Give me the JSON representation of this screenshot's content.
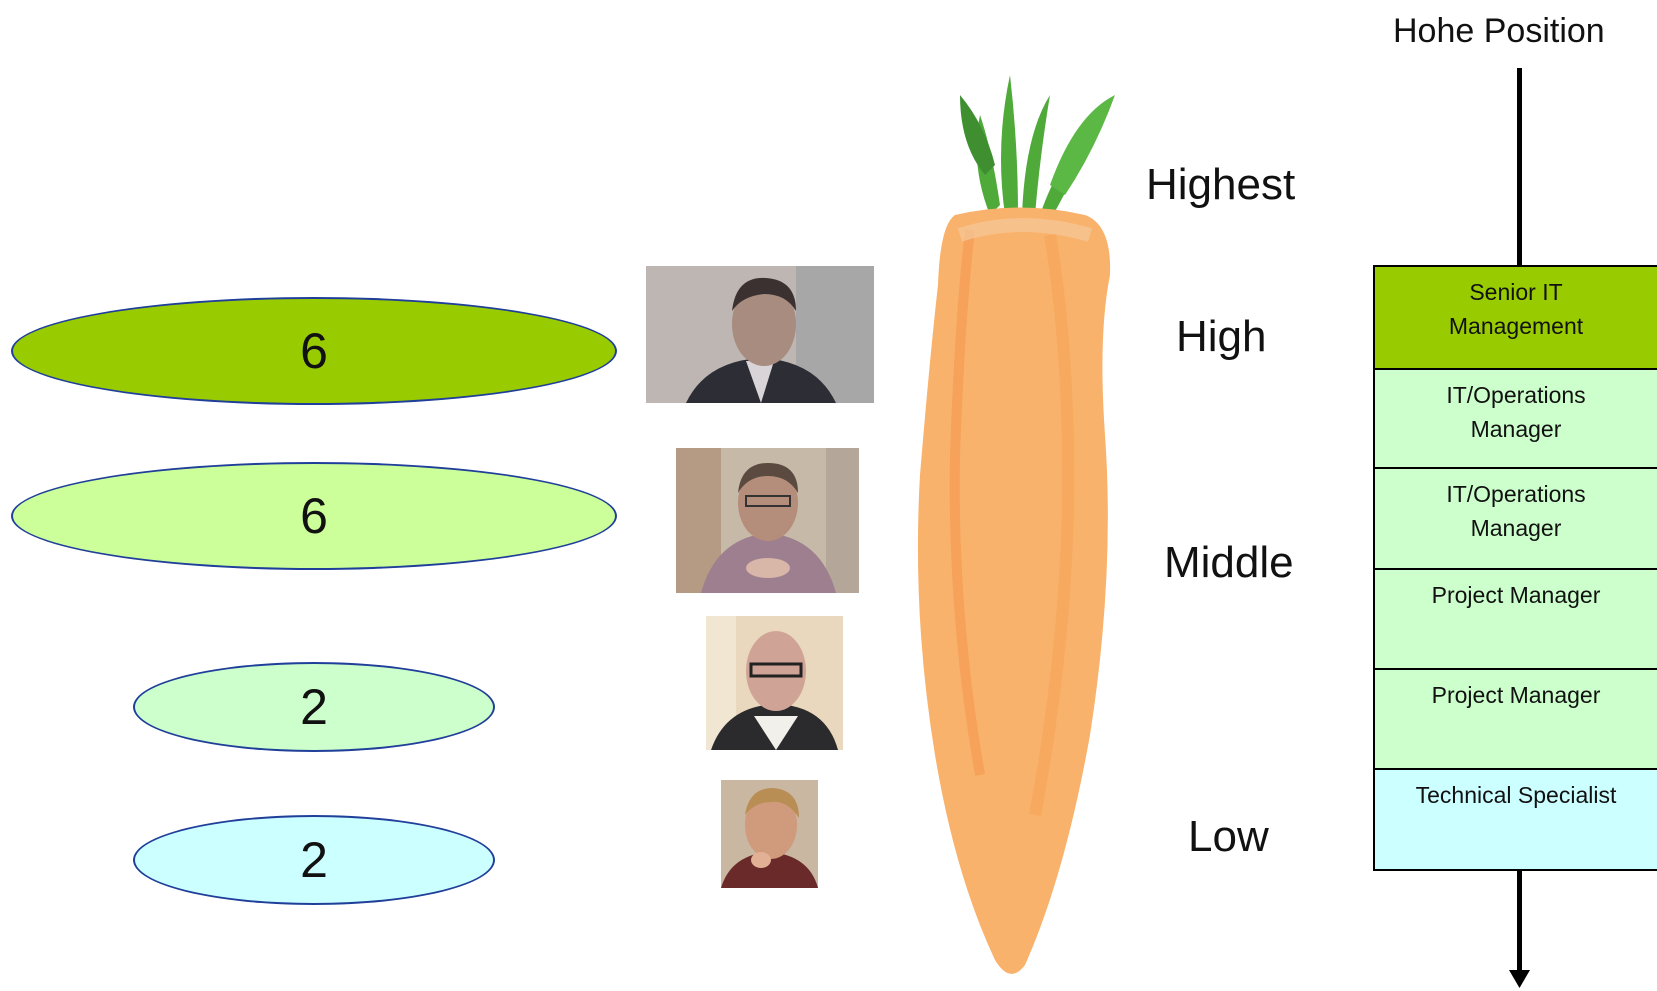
{
  "counts": [
    {
      "label": "6",
      "color": "#99cc00"
    },
    {
      "label": "6",
      "color": "#ccff99"
    },
    {
      "label": "2",
      "color": "#ccffcc"
    },
    {
      "label": "2",
      "color": "#ccffff"
    }
  ],
  "levels": {
    "highest": "Highest",
    "high": "High",
    "middle": "Middle",
    "low": "Low"
  },
  "axis": {
    "title": "Hohe Position"
  },
  "positions": [
    {
      "label": "Senior IT\nManagement",
      "color": "#99cc00"
    },
    {
      "label": "IT/Operations\nManager",
      "color": "#ccffcc"
    },
    {
      "label": "IT/Operations\nManager",
      "color": "#ccffcc"
    },
    {
      "label": "Project Manager",
      "color": "#ccffcc"
    },
    {
      "label": "Project Manager",
      "color": "#ccffcc"
    },
    {
      "label": "Technical Specialist",
      "color": "#ccffff"
    }
  ]
}
